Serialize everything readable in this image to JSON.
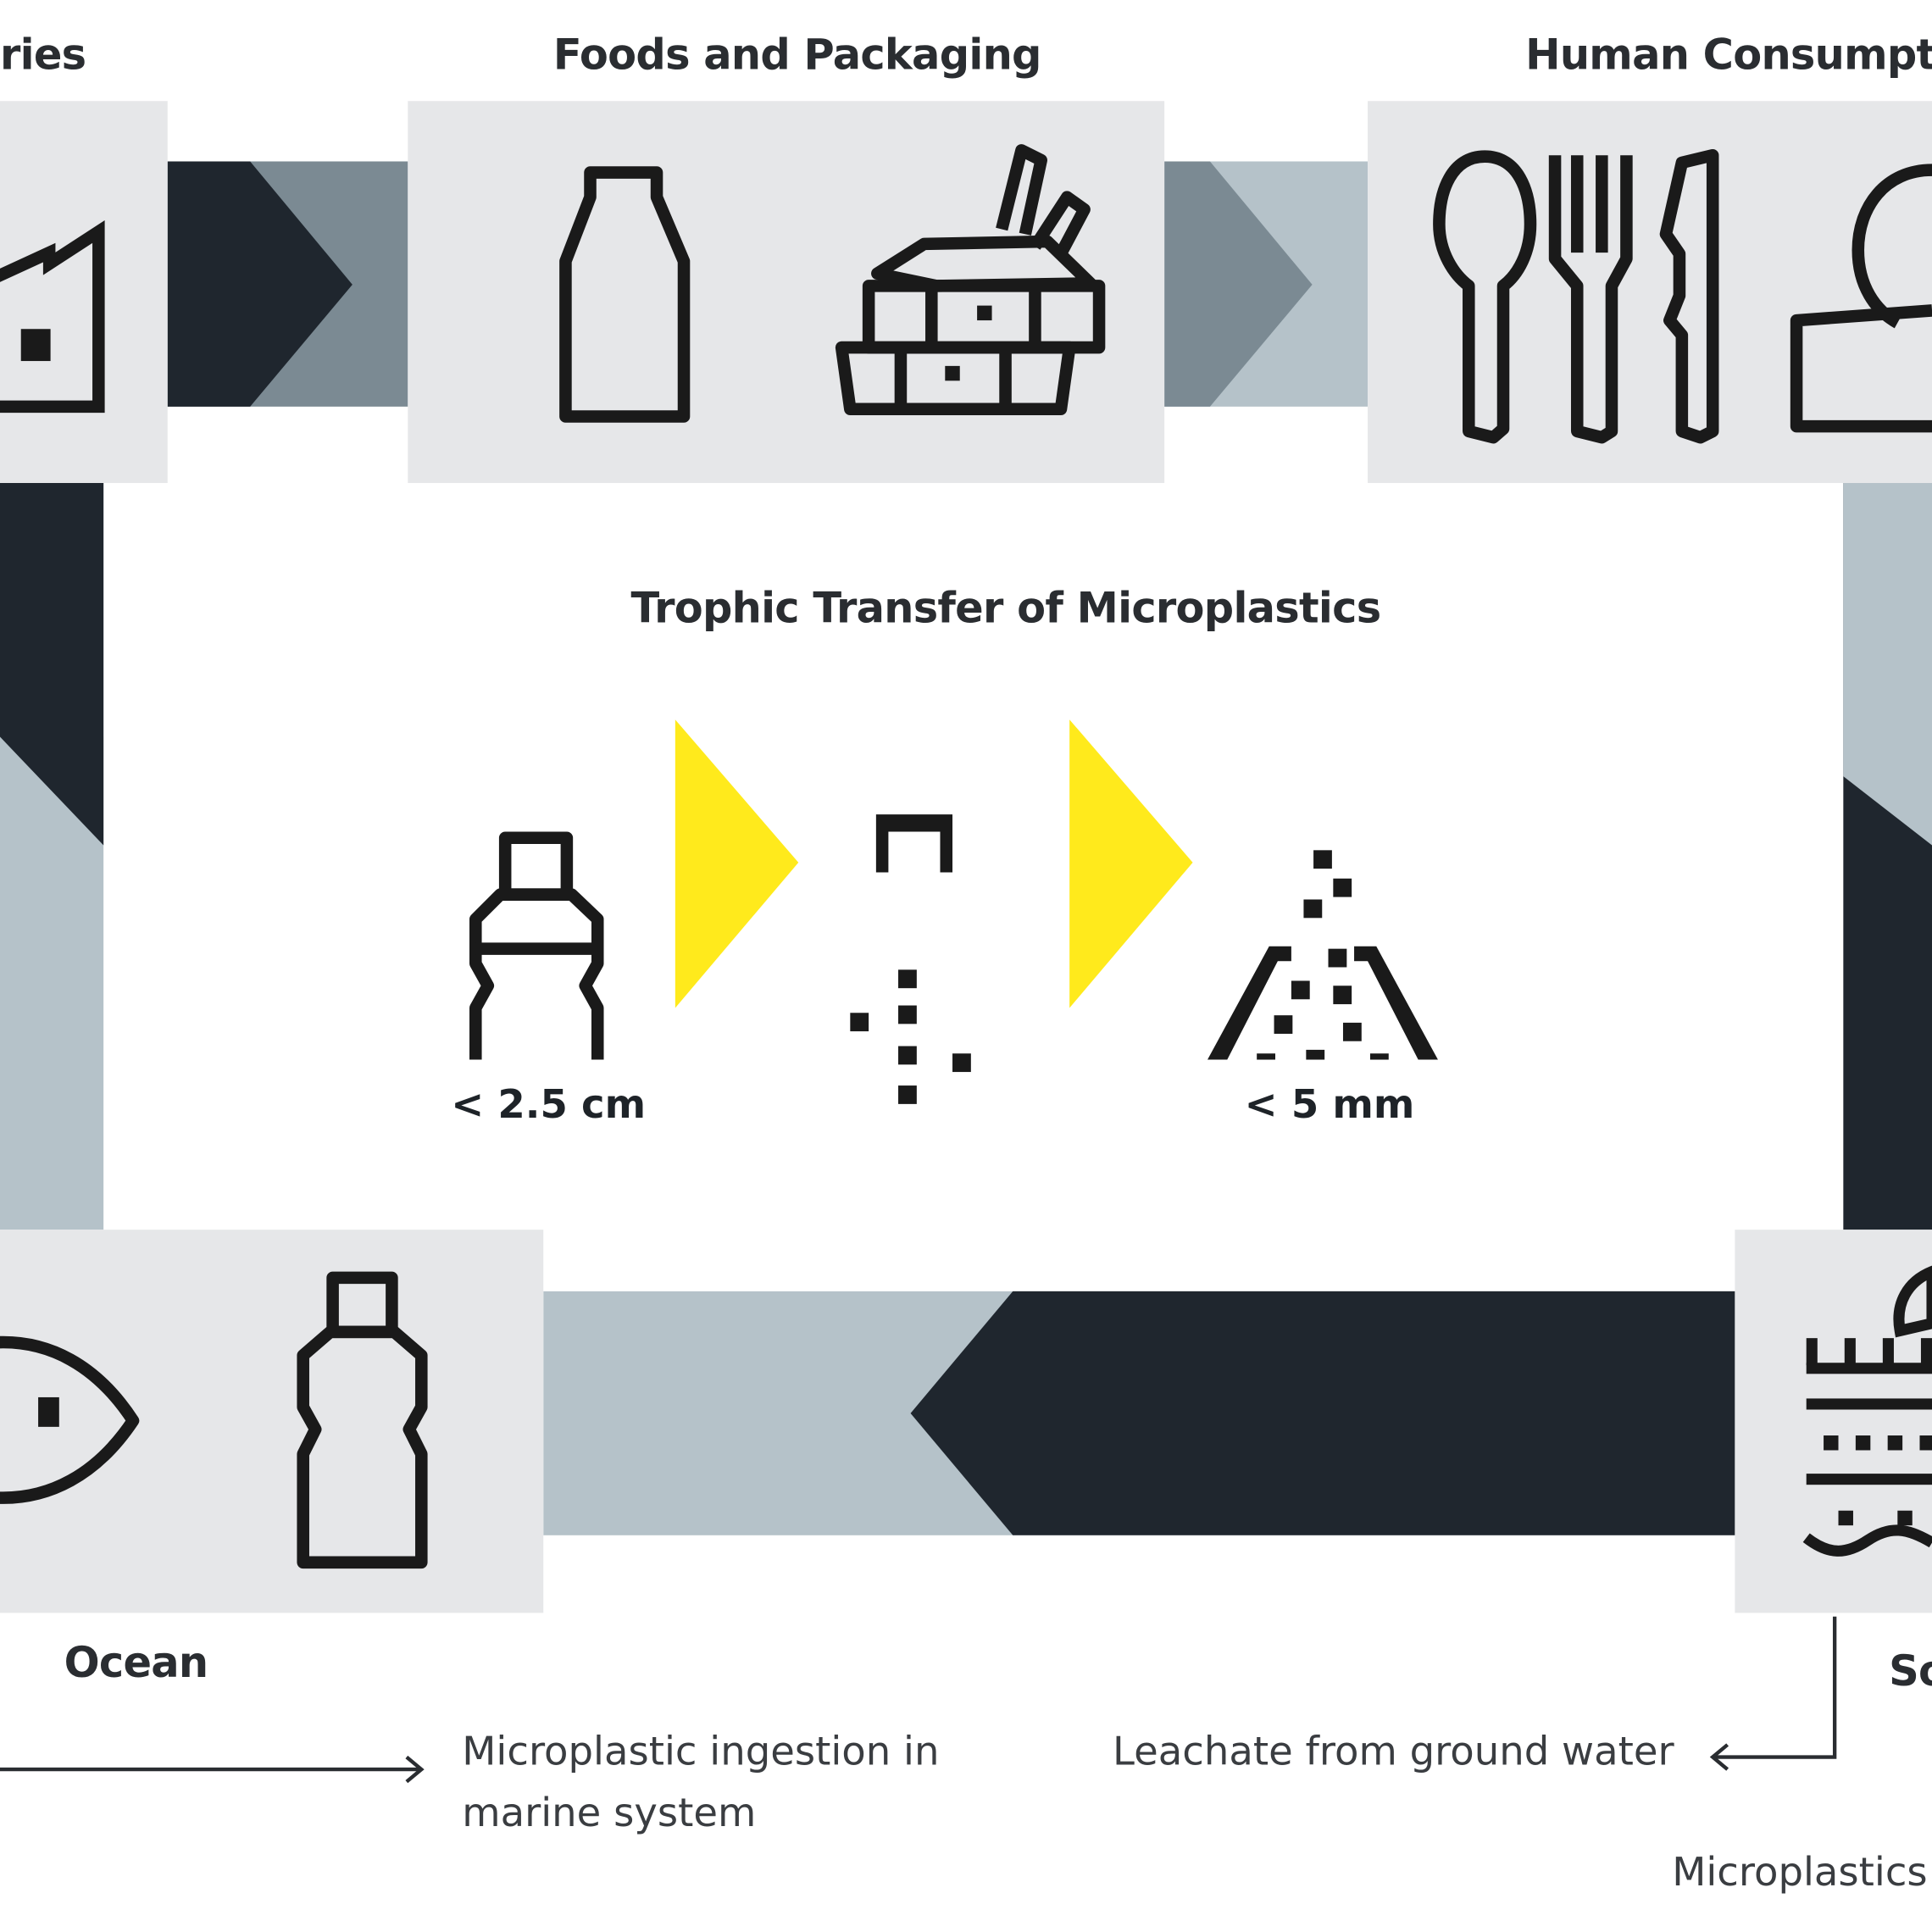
{
  "stages": {
    "industries": "ries",
    "foods_packaging": "Foods and Packaging",
    "human_consumption": "Human Consumptio",
    "ocean": "Ocean",
    "soil": "So"
  },
  "center": {
    "title": "Trophic Transfer of Microplastics",
    "size_start": "< 2.5 cm",
    "size_end": "< 5 mm"
  },
  "notes": {
    "ingestion_line1": "Microplastic ingestion in",
    "ingestion_line2": "marine system",
    "leachate": "Leachate from ground water",
    "microplastics": "Microplastics"
  },
  "colors": {
    "dark_band": "#1f262e",
    "mid_band": "#7b8a93",
    "light_band": "#b5c2c9",
    "panel": "#e6e7e9",
    "accent_yellow": "#ffea1c",
    "icon_stroke": "#1a1a1a"
  },
  "icons": [
    "factory-icon",
    "milk-bottle-icon",
    "grocery-basket-icon",
    "spoon-icon",
    "fork-icon",
    "knife-icon",
    "person-icon",
    "fish-icon",
    "plastic-bottle-icon",
    "fragments-icon",
    "particle-pile-icon",
    "soil-plant-icon"
  ]
}
